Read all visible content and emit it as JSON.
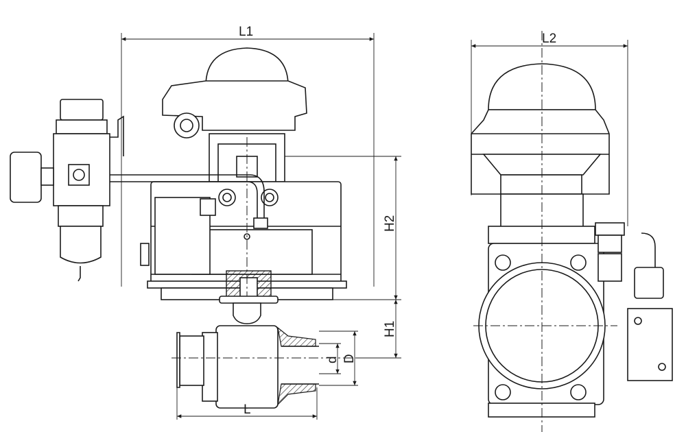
{
  "drawing": {
    "front_view": {
      "dim_width": "L1",
      "dim_height_actuator": "H2",
      "dim_height_valve": "H1",
      "dim_length": "L",
      "dim_bore": "d",
      "dim_outer": "D"
    },
    "side_view": {
      "dim_width": "L2"
    }
  },
  "colors": {
    "line": "#1a1a1a",
    "background": "#ffffff"
  }
}
